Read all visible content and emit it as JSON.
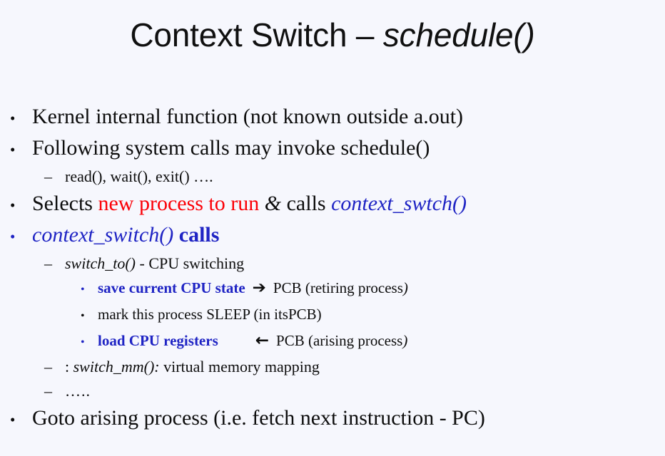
{
  "slide": {
    "background_color": "#f6f7fd",
    "title": {
      "prefix": "Context Switch – ",
      "emphasis": "schedule()"
    },
    "colors": {
      "red": "#fb0007",
      "blue": "#1f24c4",
      "black": "#0d0d0d"
    },
    "bullets": {
      "b1": {
        "marker": "•",
        "text": "Kernel internal function (not known outside a.out)"
      },
      "b2": {
        "marker": "•",
        "text": "Following  system calls may invoke schedule()"
      },
      "b2s1": {
        "marker": "–",
        "text": "read(), wait(), exit() …."
      },
      "b3": {
        "marker": "•",
        "seg1": "Selects ",
        "seg2_red": "new process  to run",
        "seg3_amp": " & ",
        "seg4": "calls ",
        "seg5_blue_italic": "context_swtch()"
      },
      "b4": {
        "marker": "•",
        "name_italic": "context_switch()",
        "tail": " calls"
      },
      "b4s1": {
        "marker": "–",
        "name_italic": "switch_to()",
        "tail": " - CPU switching"
      },
      "b4s1a": {
        "marker": "•",
        "label_blue_bold": "save current CPU state",
        "arrow": "➔",
        "target": "PCB (retiring process",
        "target_close": ")"
      },
      "b4s1b": {
        "marker": "•",
        "text": "mark this process SLEEP (in itsPCB)"
      },
      "b4s1c": {
        "marker": "•",
        "label_blue_bold": "load CPU registers",
        "arrow": "←",
        "target": "PCB (arising process",
        "target_close": ")"
      },
      "b4s2": {
        "marker": "–",
        "prefix": ": ",
        "name_italic": "switch_mm():",
        "tail": " virtual memory mapping"
      },
      "b4s3": {
        "marker": "–",
        "text": "….."
      },
      "b5": {
        "marker": "•",
        "text": "Goto arising process (i.e. fetch next instruction - PC)"
      }
    }
  }
}
